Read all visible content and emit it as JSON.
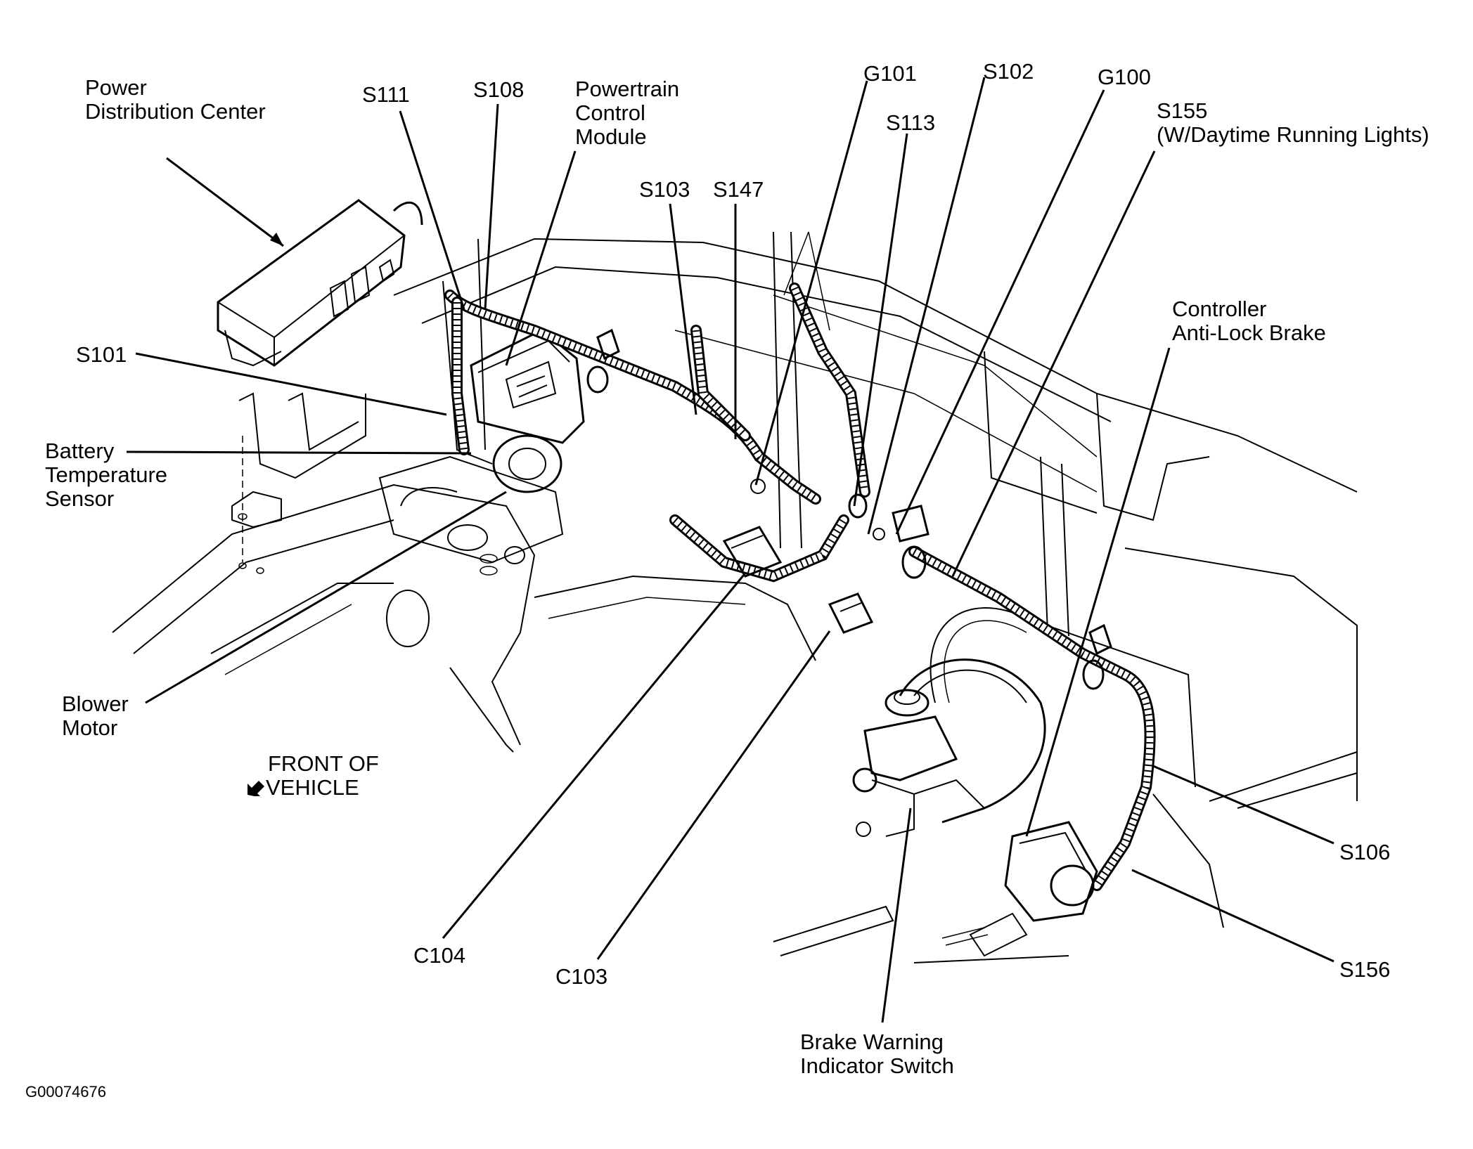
{
  "diagram": {
    "title": "Engine compartment wiring component locator",
    "figure_id": "G00074676",
    "orientation": {
      "line1": "FRONT OF",
      "line2": "VEHICLE",
      "arrow_icon": "front-direction-arrow"
    },
    "labels": {
      "power_distribution_center": [
        "Power",
        "Distribution Center"
      ],
      "s111": "S111",
      "s108": "S108",
      "powertrain_control_module": [
        "Powertrain",
        "Control",
        "Module"
      ],
      "g101": "G101",
      "s102": "S102",
      "g100": "G100",
      "s113": "S113",
      "s155": [
        "S155",
        "(W/Daytime Running Lights)"
      ],
      "s103": "S103",
      "s147": "S147",
      "s101": "S101",
      "battery_temperature_sensor": [
        "Battery",
        "Temperature",
        "Sensor"
      ],
      "controller_anti_lock_brake": [
        "Controller",
        "Anti-Lock Brake"
      ],
      "blower_motor": [
        "Blower",
        "Motor"
      ],
      "c104": "C104",
      "c103": "C103",
      "s106": "S106",
      "s156": "S156",
      "brake_warning_indicator_switch": [
        "Brake Warning",
        "Indicator Switch"
      ]
    },
    "colors": {
      "ink": "#000000",
      "paper": "#ffffff"
    }
  }
}
